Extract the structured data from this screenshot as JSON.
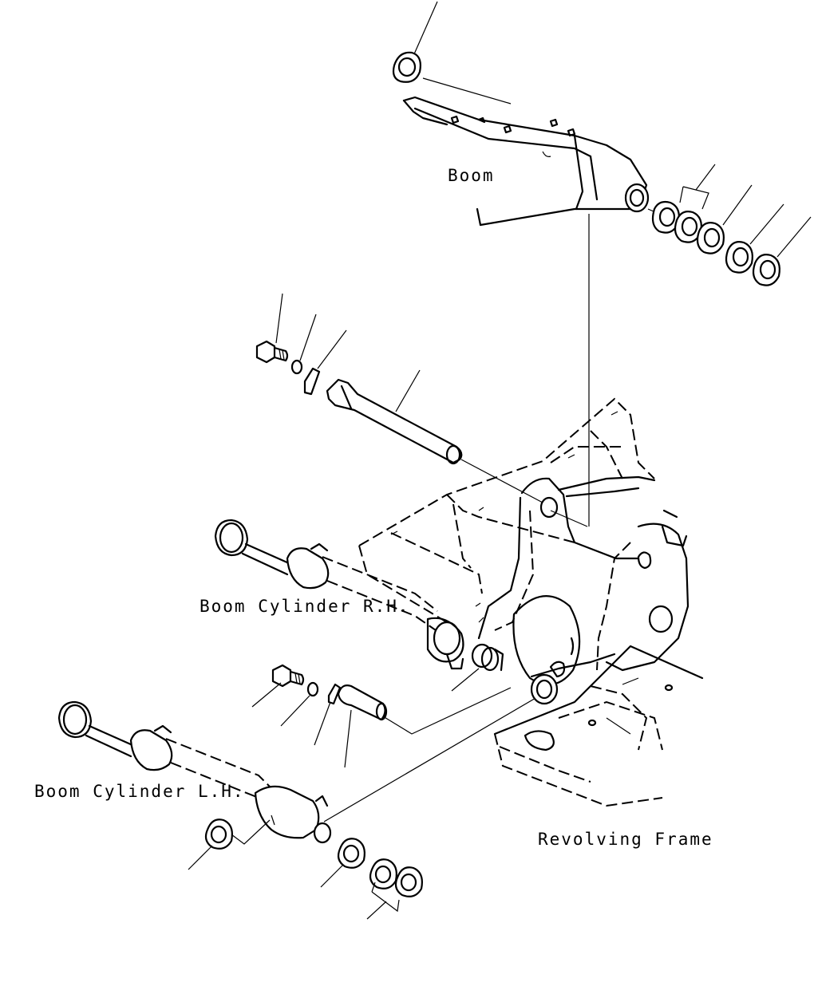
{
  "labels": {
    "boom": "Boom",
    "boom_cylinder_rh": "Boom Cylinder R.H.",
    "boom_cylinder_lh": "Boom Cylinder L.H.",
    "revolving_frame": "Revolving Frame"
  }
}
